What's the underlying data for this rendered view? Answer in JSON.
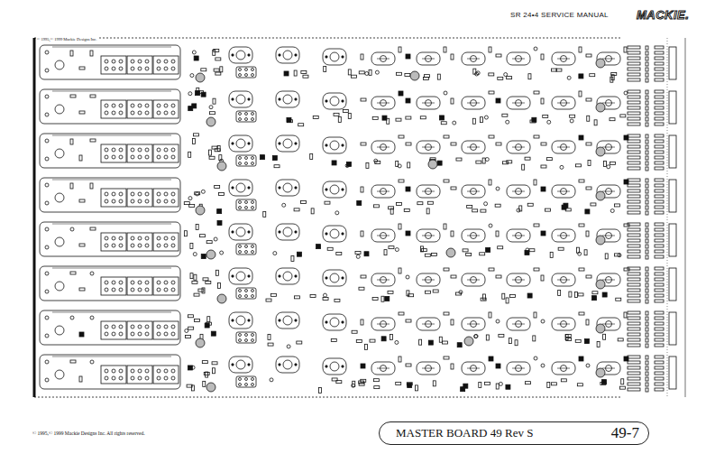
{
  "diagram": {
    "nodes": [
      {
        "text": [
          "MASTER BOARD 49 Rev S",
          "49-7"
        ]
      }
    ],
    "labels": [
      "SR 24•4 SERVICE MANUAL",
      "MACKIE.",
      "© 1995,© 1999 Mackie Designs Inc.",
      "© 1995,© 1999 Mackie Designs Inc. All rights reserved."
    ]
  }
}
